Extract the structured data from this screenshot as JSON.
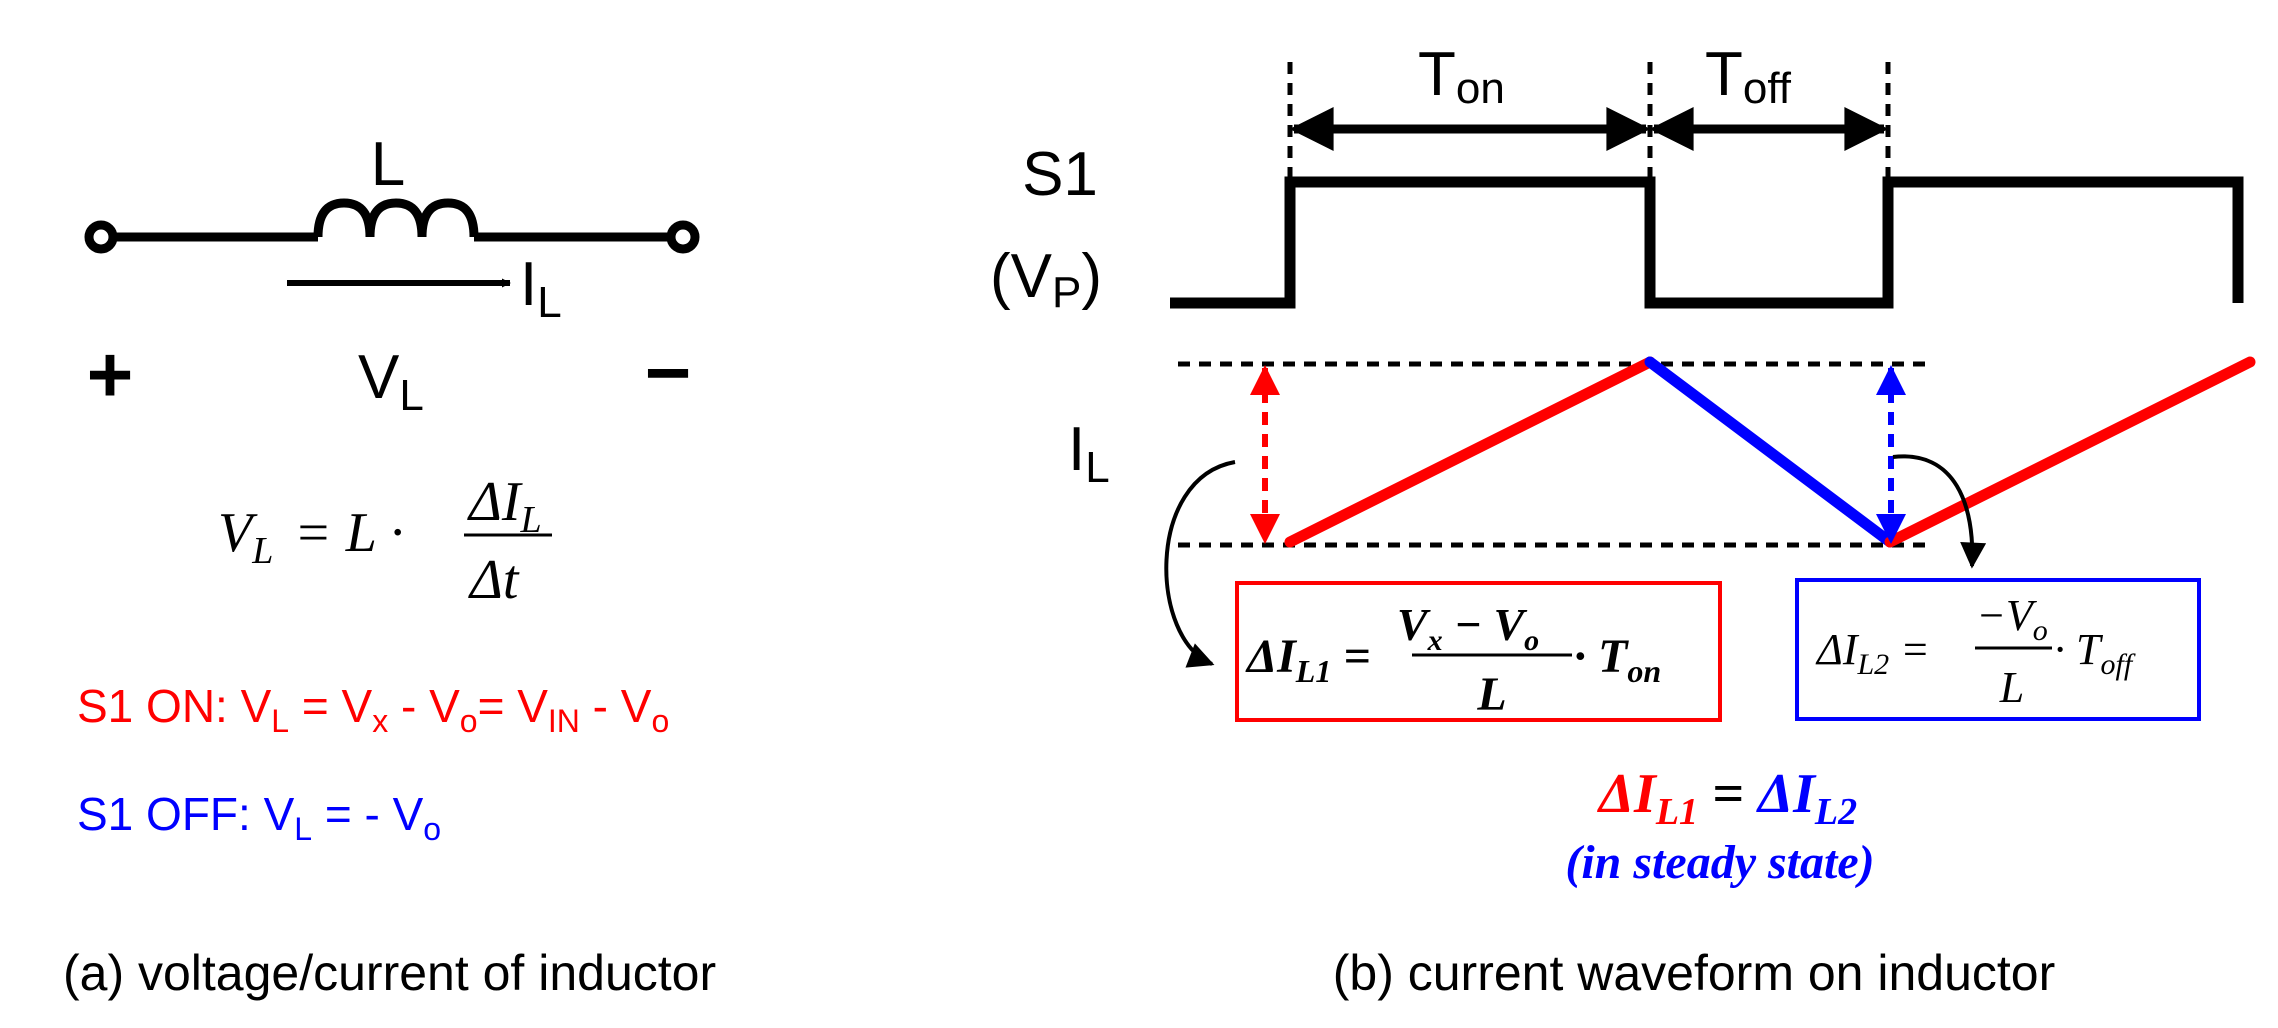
{
  "panel_a": {
    "inductor_label": "L",
    "current_label": "I",
    "current_sub": "L",
    "plus_sign": "+",
    "minus_sign": "−",
    "voltage_label": "V",
    "voltage_sub": "L",
    "equation": {
      "lhs": "V",
      "lhs_sub": "L",
      "mid": " = L · ",
      "numerator": "ΔI",
      "numerator_sub": "L",
      "denominator": "Δt"
    },
    "on_line": {
      "t1": "S1 ON: V",
      "s1": "L",
      "t2": " = V",
      "s2": "x",
      "t3": " -  V",
      "s3": "o",
      "t4": "= V",
      "s4": "IN",
      "t5": " - V",
      "s5": "o"
    },
    "off_line": {
      "t1": "S1 OFF: V",
      "s1": "L",
      "t2": " =  - V",
      "s2": "o"
    },
    "caption": "(a) voltage/current of inductor"
  },
  "panel_b": {
    "ton_label": "T",
    "ton_sub": "on",
    "toff_label": "T",
    "toff_sub": "off",
    "s1_label": "S1",
    "vp_open": "(V",
    "vp_sub": "P",
    "vp_close": ")",
    "il_label": "I",
    "il_sub": "L",
    "box1": {
      "lhs": "ΔI",
      "lhs_sub": "L1",
      "eq": " = ",
      "num_a": "V",
      "num_a_sub": "x",
      "num_mid": " − ",
      "num_b": "V",
      "num_b_sub": "o",
      "den": "L",
      "dot": " · ",
      "t": "T",
      "t_sub": "on"
    },
    "box2": {
      "lhs": "ΔI",
      "lhs_sub": "L2",
      "eq": " = ",
      "num": "−V",
      "num_sub": "o",
      "den": "L",
      "dot": " · ",
      "t": "T",
      "t_sub": "off"
    },
    "steady": {
      "a": "ΔI",
      "a_sub": "L1",
      "eq": " = ",
      "b": "ΔI",
      "b_sub": "L2",
      "note": "(in steady state)"
    },
    "caption": "(b) current waveform on inductor"
  },
  "colors": {
    "on": "#ff0000",
    "off": "#0000ff",
    "ink": "#000000"
  }
}
